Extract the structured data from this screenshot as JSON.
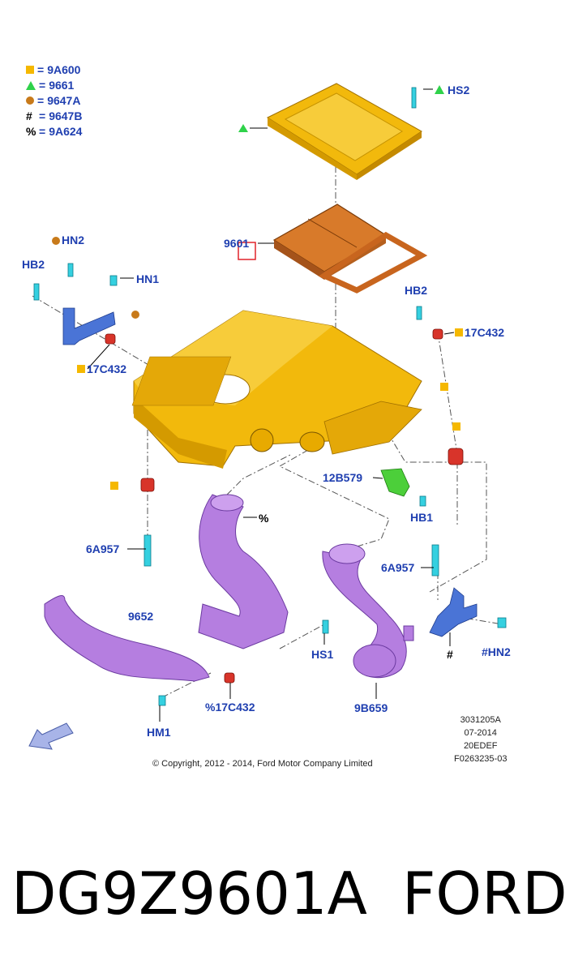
{
  "legend": [
    {
      "symbol": "square",
      "color": "#f5b800",
      "code": "9A600"
    },
    {
      "symbol": "triangle",
      "color": "#2fd24a",
      "code": "9661"
    },
    {
      "symbol": "circle",
      "color": "#c87a1a",
      "code": "9647A"
    },
    {
      "symbol": "#",
      "color": "#000000",
      "code": "9647B"
    },
    {
      "symbol": "%",
      "color": "#000000",
      "code": "9A624"
    }
  ],
  "legend_eq": "=",
  "callouts": {
    "hs2": "HS2",
    "part_9601": "9601",
    "hn2_top": "HN2",
    "hb2_left": "HB2",
    "hn1": "HN1",
    "hb2_right": "HB2",
    "c17c432_right": "17C432",
    "c17c432_left": "17C432",
    "c12b579": "12B579",
    "hb1": "HB1",
    "c6a957_left": "6A957",
    "c6a957_right": "6A957",
    "pct_duct": "%",
    "c9652": "9652",
    "hs1": "HS1",
    "hn2_bottom": "#HN2",
    "hash_bracket": "#",
    "c17c432_bottom": "%17C432",
    "c9b659": "9B659",
    "hm1": "HM1"
  },
  "meta": {
    "line1": "3031205A",
    "line2": "07-2014",
    "line3": "20EDEF",
    "line4": "F0263235-03"
  },
  "copyright": "© Copyright, 2012 - 2014, Ford Motor Company Limited",
  "footer": {
    "part_number": "DG9Z9601A",
    "brand": "FORD"
  },
  "colors": {
    "label_blue": "#1f3fb0",
    "housing_yellow": "#f2b90c",
    "filter_orange": "#c8651e",
    "duct_purple": "#b57ee0",
    "bracket_blue": "#4a74d6",
    "fastener_cyan": "#35d0e0",
    "grommet_red": "#d8342a",
    "sensor_green": "#4ccf3a",
    "highlight_red": "#e0242a"
  }
}
